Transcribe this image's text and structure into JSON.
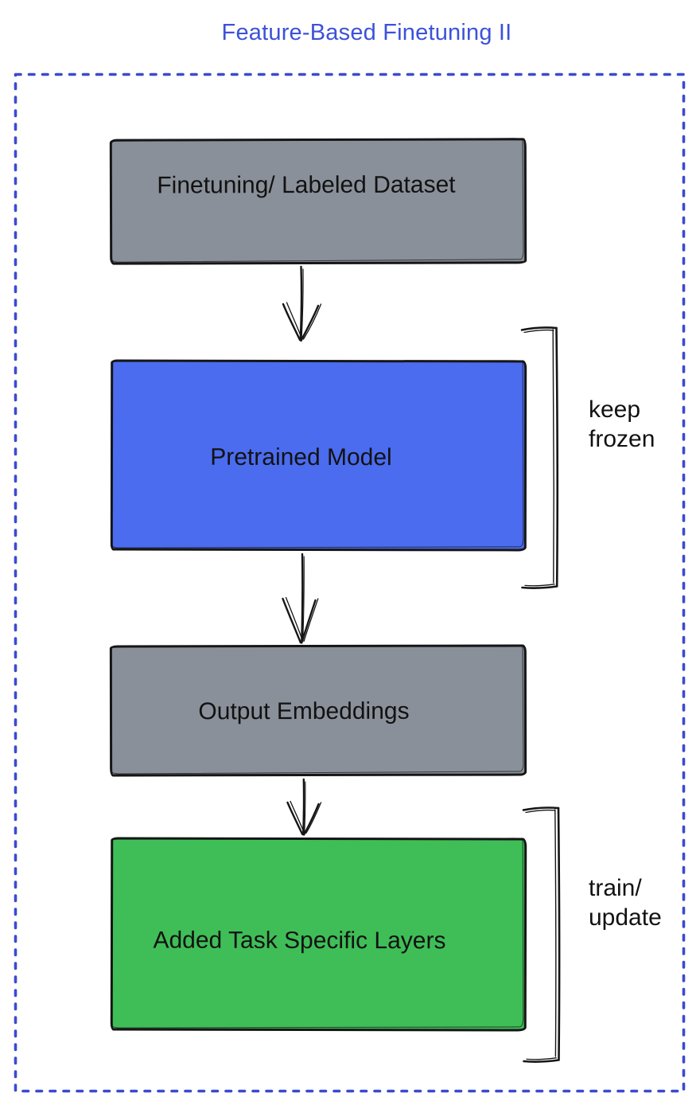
{
  "title": "Feature-Based Finetuning II",
  "boxes": [
    {
      "name": "finetuning-labeled-dataset",
      "label": "Finetuning/ Labeled Dataset",
      "fill": "#8a9099"
    },
    {
      "name": "pretrained-model",
      "label": "Pretrained Model",
      "fill": "#4b6cef"
    },
    {
      "name": "output-embeddings",
      "label": "Output Embeddings",
      "fill": "#8a9099"
    },
    {
      "name": "added-task-specific-layers",
      "label": "Added Task Specific Layers",
      "fill": "#3fbe57"
    }
  ],
  "annotations": {
    "keep_frozen": {
      "label": "keep\nfrozen",
      "target": "pretrained-model"
    },
    "train_update": {
      "label": "train/\nupdate",
      "target": "added-task-specific-layers"
    }
  },
  "connectors": {
    "arrows": [
      "dataset-to-pretrained-arrow",
      "pretrained-to-embeddings-arrow",
      "embeddings-to-tasklayers-arrow"
    ],
    "brackets": [
      "keep-frozen-bracket",
      "train-update-bracket"
    ]
  },
  "colors": {
    "title_text": "#3c52d8",
    "dashed_frame": "#3a4bd0",
    "box_gray": "#8a9099",
    "box_blue": "#4b6cef",
    "box_green": "#3fbe57",
    "stroke": "#161616",
    "label_text": "#121212",
    "background": "#ffffff"
  }
}
